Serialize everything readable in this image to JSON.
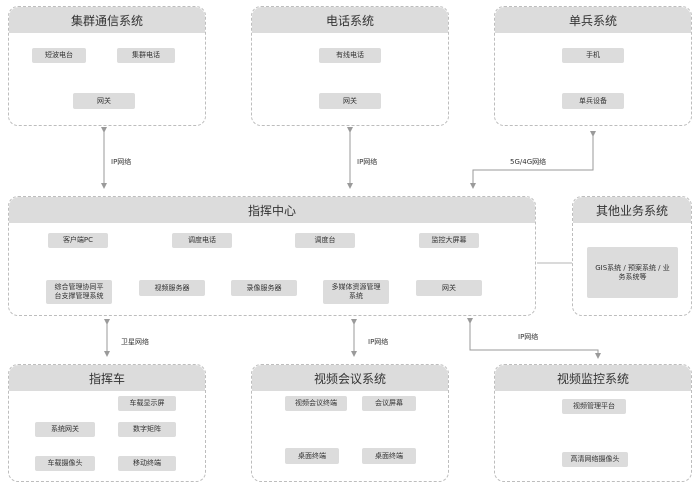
{
  "panels": {
    "trunk": {
      "title": "集群通信系统",
      "items": [
        "短波电台",
        "集群电话",
        "网关"
      ]
    },
    "phone": {
      "title": "电话系统",
      "items": [
        "有线电话",
        "网关"
      ]
    },
    "soldier": {
      "title": "单兵系统",
      "items": [
        "手机",
        "单兵设备"
      ]
    },
    "command": {
      "title": "指挥中心",
      "top": [
        "客户端PC",
        "调度电话",
        "调度台",
        "监控大屏幕"
      ],
      "bottom": [
        "综合管理协同平台支撑管理系统",
        "视频服务器",
        "录像服务器",
        "多媒体资源管理系统",
        "网关"
      ]
    },
    "other": {
      "title": "其他业务系统",
      "content": "GIS系统 / 预案系统 / 业务系统等"
    },
    "vehicle": {
      "title": "指挥车",
      "items": [
        "车载显示屏",
        "系统网关",
        "数字矩阵",
        "车载摄像头",
        "移动终端"
      ]
    },
    "conference": {
      "title": "视频会议系统",
      "items": [
        "视频会议终端",
        "会议屏幕",
        "桌面终端",
        "桌面终端"
      ]
    },
    "monitor": {
      "title": "视频监控系统",
      "items": [
        "视频管理平台",
        "高清网络摄像头"
      ]
    }
  },
  "links": {
    "ip1": "IP网络",
    "ip2": "IP网络",
    "g45": "5G/4G网络",
    "sat": "卫星网络",
    "ip3": "IP网络",
    "ip4": "IP网络"
  }
}
